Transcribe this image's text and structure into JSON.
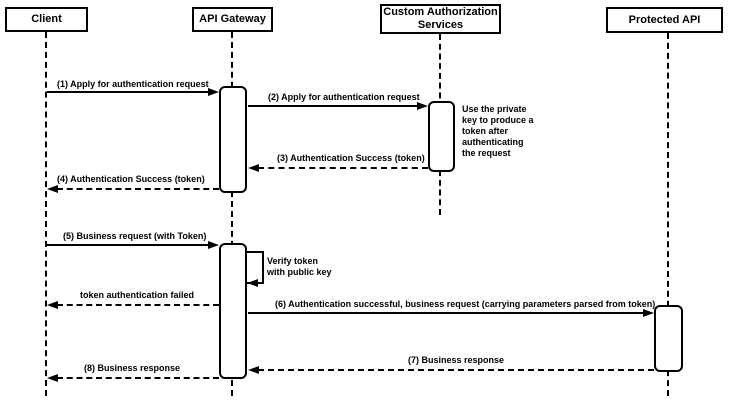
{
  "participants": [
    {
      "id": "client",
      "label": "Client"
    },
    {
      "id": "api-gateway",
      "label": "API Gateway"
    },
    {
      "id": "custom-authorization-services",
      "label": "Custom Authorization\nServices"
    },
    {
      "id": "protected-api",
      "label": "Protected API"
    }
  ],
  "messages": [
    {
      "label": "(1) Apply for authentication request",
      "from": "Client",
      "to": "API Gateway",
      "line": "solid"
    },
    {
      "label": "(2) Apply for authentication request",
      "from": "API Gateway",
      "to": "Custom Authorization Services",
      "line": "solid"
    },
    {
      "label": "(3) Authentication Success (token)",
      "from": "Custom Authorization Services",
      "to": "API Gateway",
      "line": "dashed"
    },
    {
      "label": "(4) Authentication Success (token)",
      "from": "API Gateway",
      "to": "Client",
      "line": "dashed"
    },
    {
      "label": "(5) Business request (with Token)",
      "from": "Client",
      "to": "API Gateway",
      "line": "solid"
    },
    {
      "label": "Verify token\nwith public key",
      "from": "API Gateway",
      "to": "API Gateway",
      "line": "solid"
    },
    {
      "label": "token authentication failed",
      "from": "API Gateway",
      "to": "Client",
      "line": "dashed"
    },
    {
      "label": "(6) Authentication successful, business request (carrying parameters parsed from token)",
      "from": "API Gateway",
      "to": "Protected API",
      "line": "solid"
    },
    {
      "label": "(7) Business response",
      "from": "Protected API",
      "to": "API Gateway",
      "line": "dashed"
    },
    {
      "label": "(8) Business response",
      "from": "API Gateway",
      "to": "Client",
      "line": "dashed"
    }
  ],
  "notes": [
    {
      "label": "Use the private\nkey to produce a\ntoken after\nauthenticating\nthe request"
    }
  ],
  "colors": {
    "line": "#000000",
    "background": "#ffffff",
    "box_fill": "#ffffff"
  }
}
